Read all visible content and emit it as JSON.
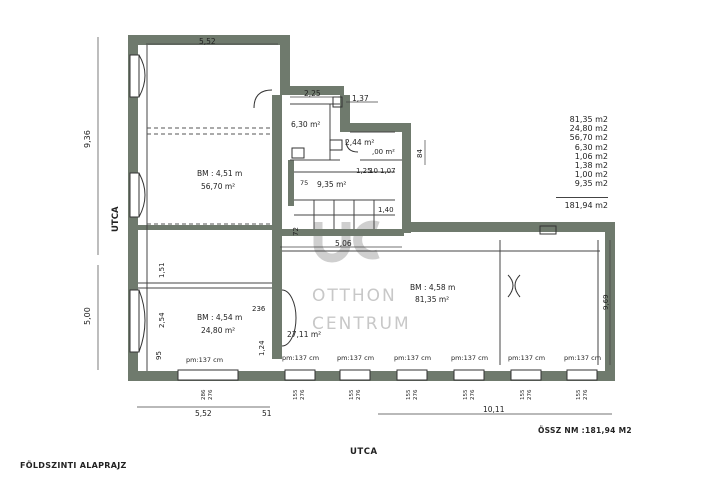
{
  "caption": "FÖLDSZINTI ALAPRAJZ",
  "streets": {
    "bottom": "UTCA",
    "left": "UTCA"
  },
  "total_label": "ÖSSZ NM :181,94 M2",
  "area_list": [
    "81,35 m2",
    "24,80 m2",
    "56,70 m2",
    "6,30 m2",
    "1,06 m2",
    "1,38 m2",
    "1,00 m2",
    "9,35 m2"
  ],
  "area_total": "181,94 m2",
  "rooms": {
    "top_left": {
      "bm": "BM : 4,51 m",
      "area": "56,70 m²"
    },
    "bottom_left": {
      "bm": "BM : 4,54 m",
      "area": "24,80 m²"
    },
    "right": {
      "bm": "BM : 4,58 m",
      "area": "81,35 m²"
    },
    "corridor_area": "27,11 m²",
    "stair_area": "9,35 m²",
    "wc1_area": "6,30 m²",
    "wc2_area": "2,44 m²",
    "small_00": ",00 m²",
    "small_125": "1,25",
    "small_10": "10",
    "small_107": "1,07"
  },
  "dimensions": {
    "top_552": "5,52",
    "top_225": "2,25",
    "top_137": "1,37",
    "left_936": "9,36",
    "left_500": "5,00",
    "bottom_552": "5,52",
    "bottom_51": "51",
    "bottom_1011": "10,11",
    "mid_506": "5,06",
    "right_969": "9,69",
    "d_84": "84",
    "d_140": "1,40",
    "d_75": "75",
    "d_151": "1,51",
    "d_254": "2,54",
    "d_95": "95",
    "d_236": "236",
    "d_124": "1,24",
    "d_72": "72"
  },
  "windows": {
    "bottom_left_label": "pm:137 cm",
    "right_labels": [
      "pm:137 cm",
      "pm:137 cm",
      "pm:137 cm",
      "pm:137 cm",
      "pm:137 cm",
      "pm:137 cm"
    ],
    "width_left": "286",
    "height_left": "276",
    "width_right": "155",
    "height_right": "276"
  },
  "watermark": {
    "line1": "OTTHON",
    "line2": "CENTRUM"
  },
  "colors": {
    "wall": "#6f7a6d",
    "watermark": "#c9c9c9",
    "window": "#333333"
  }
}
